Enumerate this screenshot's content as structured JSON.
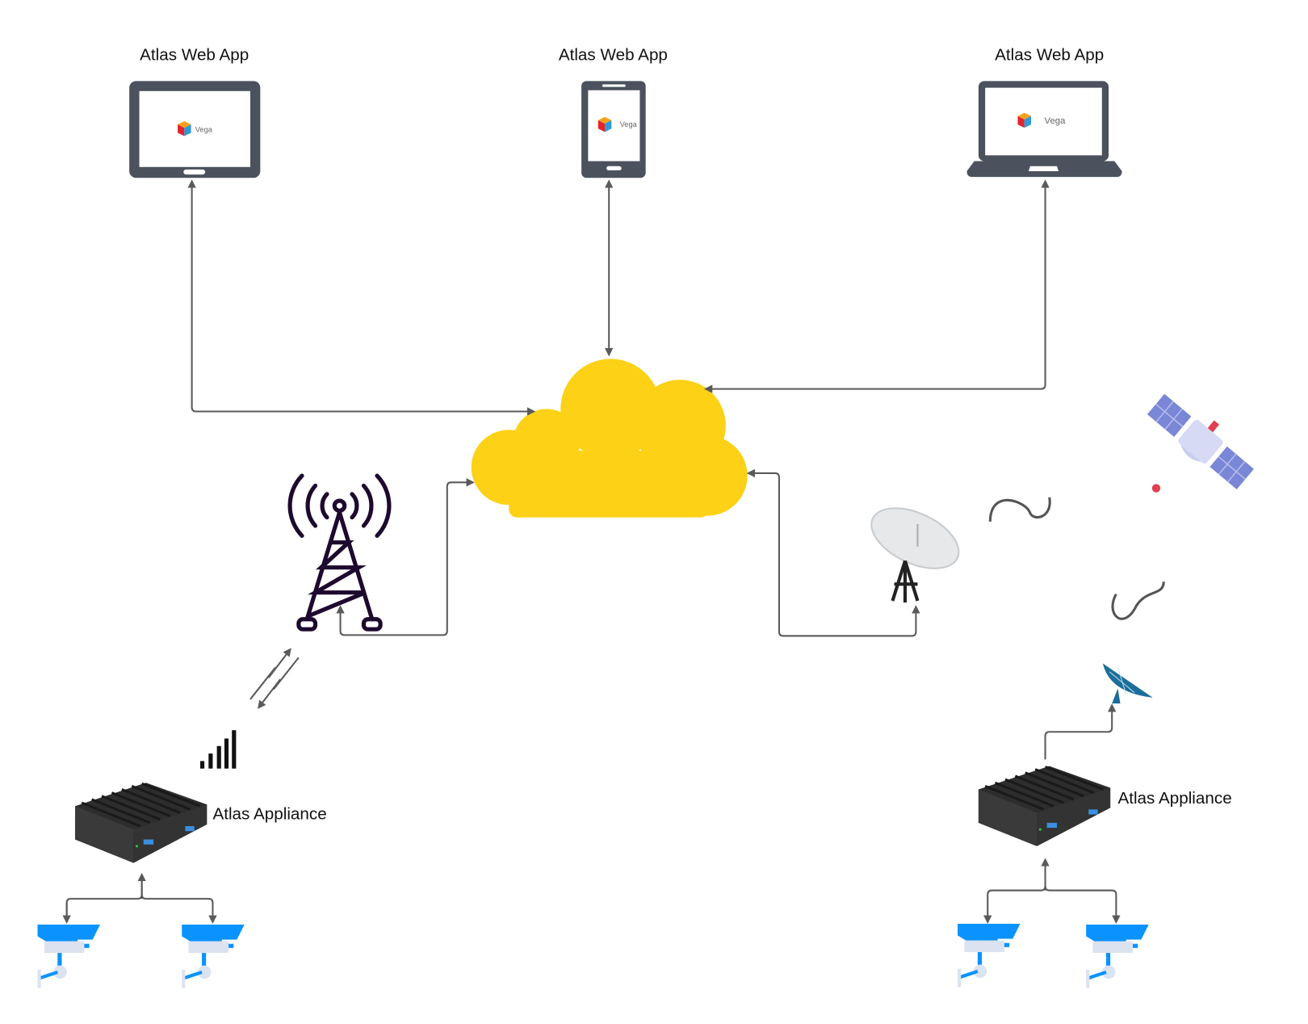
{
  "devices": [
    {
      "label": "Atlas Web App",
      "type": "tablet",
      "logo_text": "Vega"
    },
    {
      "label": "Atlas Web App",
      "type": "phone",
      "logo_text": "Vega"
    },
    {
      "label": "Atlas Web App",
      "type": "laptop",
      "logo_text": "Vega"
    }
  ],
  "appliances": [
    {
      "label": "Atlas Appliance",
      "uplink": "cellular"
    },
    {
      "label": "Atlas Appliance",
      "uplink": "satellite"
    }
  ],
  "colors": {
    "cloud": "#FCD116",
    "device": "#4B525D",
    "connector": "#5A5A5A",
    "tower": "#1E0A2E",
    "camera": "#0A93FF",
    "camera_body": "#DCE3F0"
  },
  "icons": [
    "tablet-icon",
    "phone-icon",
    "laptop-icon",
    "cloud-icon",
    "cell-tower-icon",
    "signal-bars-icon",
    "wireless-link-icon",
    "satellite-dish-icon",
    "satellite-icon",
    "radio-wave-icon",
    "appliance-icon",
    "security-camera-icon"
  ]
}
